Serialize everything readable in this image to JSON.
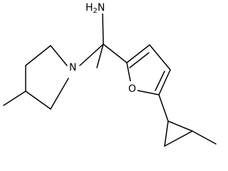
{
  "molecule": {
    "atoms": {
      "amine": {
        "element": "H",
        "subscript": "2",
        "suffix": "N"
      },
      "piperidine_n": {
        "element": "N"
      },
      "furan_o": {
        "element": "O"
      }
    },
    "colors": {
      "bond": "#000000",
      "text": "#000000",
      "background": "#ffffff"
    }
  }
}
